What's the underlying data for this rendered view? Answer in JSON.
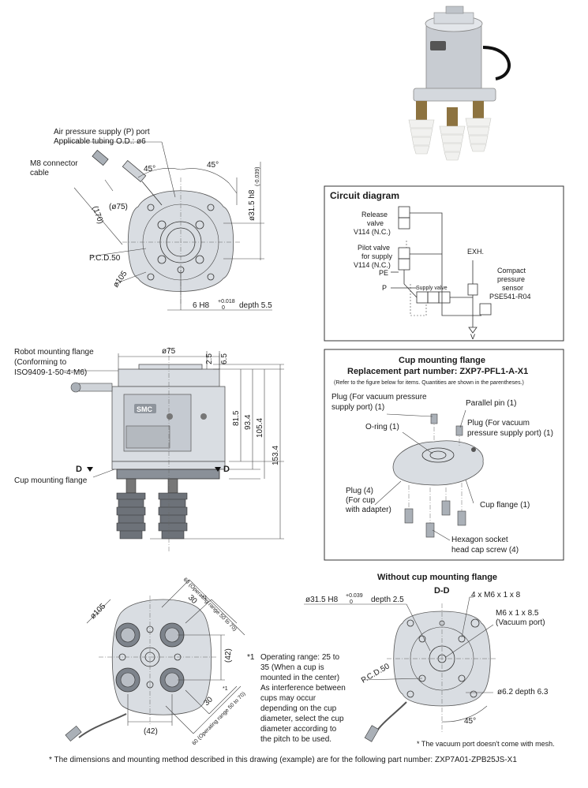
{
  "top_view": {
    "air_port_line1": "Air pressure supply (P) port",
    "air_port_line2": "Applicable tubing O.D.: ø6",
    "m8_line1": "M8 connector",
    "m8_line2": "cable",
    "angle_left": "45°",
    "angle_right": "45°",
    "dim_170": "(170)",
    "dim_75": "(ø75)",
    "dim_315": "ø31.5 h8",
    "dim_315_tol": "(-0.039)",
    "dim_315_tol2": "0",
    "pcd": "P.C.D.50",
    "dim_105": "ø105",
    "dim_6h8": "6 H8",
    "dim_6h8_tol_top": "+0.018",
    "dim_6h8_tol_bot": "0",
    "dim_depth": "depth 5.5"
  },
  "side_view": {
    "robot_flange_1": "Robot mounting flange",
    "robot_flange_2": "(Conforming to",
    "robot_flange_3": "ISO9409-1-50-4-M6)",
    "dim_75": "ø75",
    "dim_25": "2.5",
    "dim_65": "6.5",
    "dim_815": "81.5",
    "dim_934": "93.4",
    "dim_1054": "105.4",
    "dim_1534": "153.4",
    "sec_d_left": "D",
    "sec_d_right": "D",
    "cup_flange": "Cup mounting flange",
    "brand": "SMC"
  },
  "circuit": {
    "title": "Circuit diagram",
    "release_1": "Release",
    "release_2": "valve",
    "release_3": "V114 (N.C.)",
    "pilot_1": "Pilot valve",
    "pilot_2": "for supply",
    "pilot_3": "V114 (N.C.)",
    "pe": "PE",
    "p": "P",
    "supply_valve": "Supply valve",
    "exh": "EXH.",
    "sensor_1": "Compact",
    "sensor_2": "pressure",
    "sensor_3": "sensor",
    "sensor_4": "PSE541-R04",
    "v": "V"
  },
  "cup_flange_box": {
    "title_1": "Cup mounting flange",
    "title_2": "Replacement part number: ZXP7-PFL1-A-X1",
    "note": "(Refer to the figure below for items. Quantities are shown in the parentheses.)",
    "plug_vac_1": "Plug (For vacuum pressure",
    "plug_vac_2": "supply port) (1)",
    "parallel_pin": "Parallel pin (1)",
    "plug_vac2_1": "Plug (For vacuum",
    "plug_vac2_2": "pressure supply port) (1)",
    "oring": "O-ring (1)",
    "plug4_1": "Plug (4)",
    "plug4_2": "(For cup",
    "plug4_3": "with adapter)",
    "cup_flange": "Cup flange (1)",
    "hex_1": "Hexagon socket",
    "hex_2": "head cap screw (4)"
  },
  "bottom_view": {
    "dim_105": "ø105",
    "op_range_top": "60 (Operating range 50 to 70)",
    "dim_30_top": "30",
    "star_top": "*1",
    "dim_42_right": "(42)",
    "dim_30_bot": "30",
    "star_bot": "*1",
    "op_range_bot": "60 (Operating range 50 to 70)",
    "dim_42_bottom": "(42)"
  },
  "footnote1": {
    "mark": "*1",
    "lines": [
      "Operating range: 25 to",
      "35 (When a cup is",
      "mounted in the center)",
      "As interference between",
      "cups may occur",
      "depending on the cup",
      "diameter, select the cup",
      "diameter according to",
      "the pitch to be used."
    ]
  },
  "without_flange": {
    "title": "Without cup mounting flange",
    "section": "D-D",
    "dim_315": "ø31.5 H8",
    "tol_top": "+0.039",
    "tol_bot": "0",
    "depth": "depth 2.5",
    "m6_1": "4 x M6 x 1 x 8",
    "m6_2": "M6 x 1 x 8.5",
    "m6_3": "(Vacuum port)",
    "pcd": "P.C.D.50",
    "d62": "ø6.2 depth 6.3",
    "angle": "45°",
    "mesh_note": "* The vacuum port doesn't come with mesh."
  },
  "bottom_note": "* The dimensions and mounting method described in this drawing (example) are for the following part number: ZXP7A01-ZPB25JS-X1"
}
